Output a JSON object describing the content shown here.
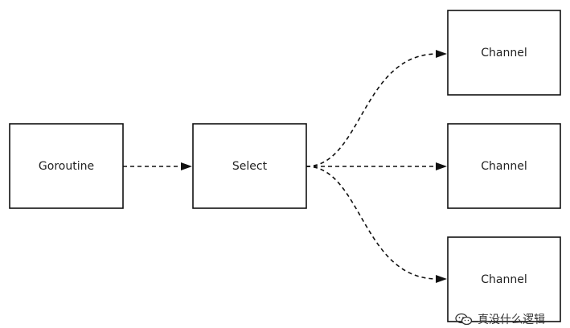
{
  "nodes": [
    {
      "id": "goroutine",
      "label": "Goroutine"
    },
    {
      "id": "select",
      "label": "Select"
    },
    {
      "id": "channel-top",
      "label": "Channel"
    },
    {
      "id": "channel-middle",
      "label": "Channel"
    },
    {
      "id": "channel-bottom",
      "label": "Channel"
    }
  ],
  "edges": [
    {
      "from": "goroutine",
      "to": "select",
      "style": "dashed"
    },
    {
      "from": "select",
      "to": "channel-top",
      "style": "dashed"
    },
    {
      "from": "select",
      "to": "channel-middle",
      "style": "dashed"
    },
    {
      "from": "select",
      "to": "channel-bottom",
      "style": "dashed"
    }
  ],
  "watermark": {
    "icon": "wechat-icon",
    "text": "真没什么逻辑"
  },
  "colors": {
    "stroke": "#111111",
    "background": "#ffffff"
  }
}
